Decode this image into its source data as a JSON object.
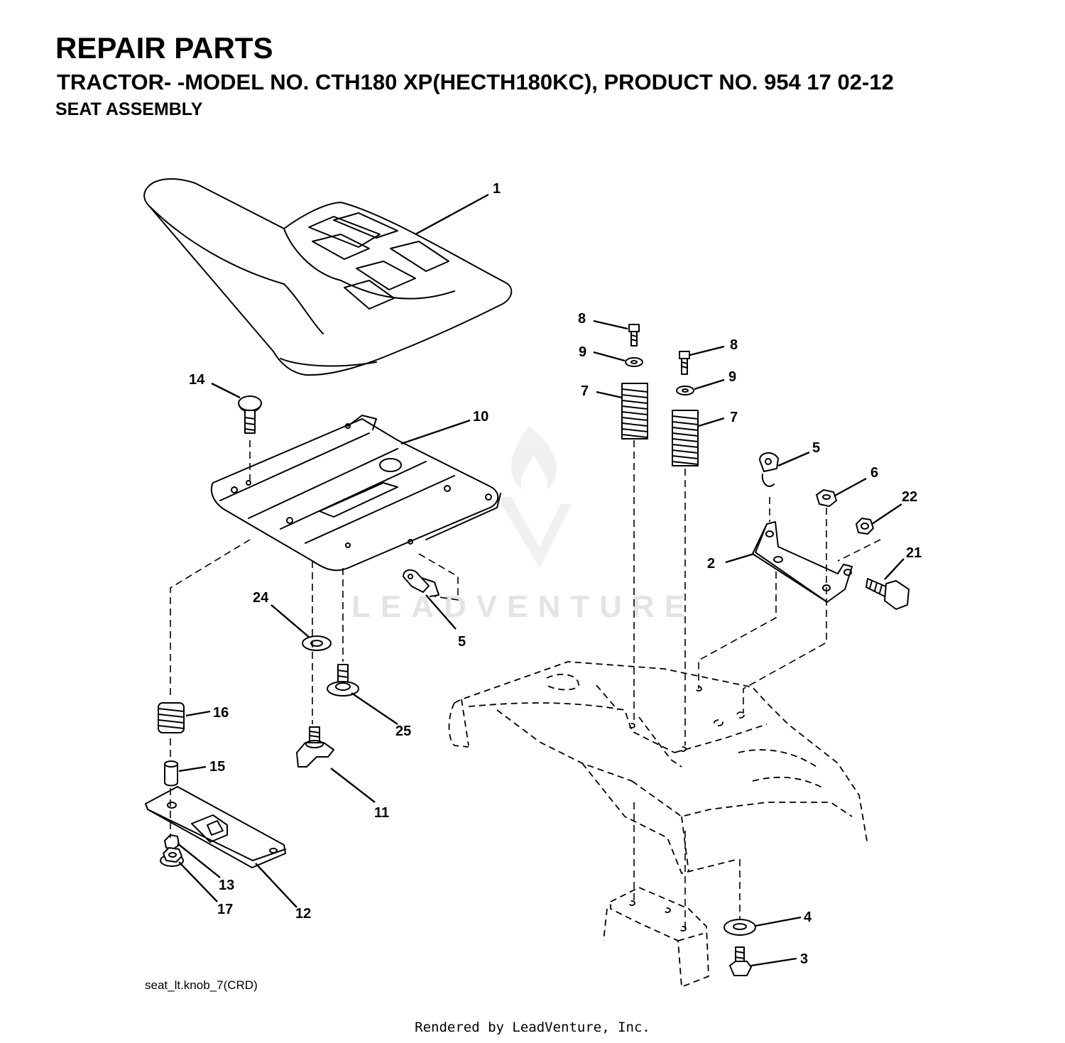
{
  "header": {
    "title": "REPAIR PARTS",
    "subtitle": "TRACTOR- -MODEL NO. CTH180 XP(HECTH180KC), PRODUCT NO. 954 17 02-12",
    "section": "SEAT ASSEMBLY"
  },
  "watermark": "LEADVENTURE",
  "drawing_id": "seat_lt.knob_7(CRD)",
  "footer": "Rendered by LeadVenture, Inc.",
  "callouts": [
    {
      "id": "c1",
      "label": "1"
    },
    {
      "id": "c8a",
      "label": "8"
    },
    {
      "id": "c8b",
      "label": "8"
    },
    {
      "id": "c9a",
      "label": "9"
    },
    {
      "id": "c9b",
      "label": "9"
    },
    {
      "id": "c7a",
      "label": "7"
    },
    {
      "id": "c7b",
      "label": "7"
    },
    {
      "id": "c14",
      "label": "14"
    },
    {
      "id": "c10",
      "label": "10"
    },
    {
      "id": "c5a",
      "label": "5"
    },
    {
      "id": "c6",
      "label": "6"
    },
    {
      "id": "c22",
      "label": "22"
    },
    {
      "id": "c21",
      "label": "21"
    },
    {
      "id": "c2",
      "label": "2"
    },
    {
      "id": "c24",
      "label": "24"
    },
    {
      "id": "c5b",
      "label": "5"
    },
    {
      "id": "c25",
      "label": "25"
    },
    {
      "id": "c16",
      "label": "16"
    },
    {
      "id": "c15",
      "label": "15"
    },
    {
      "id": "c11",
      "label": "11"
    },
    {
      "id": "c13",
      "label": "13"
    },
    {
      "id": "c17",
      "label": "17"
    },
    {
      "id": "c12",
      "label": "12"
    },
    {
      "id": "c4",
      "label": "4"
    },
    {
      "id": "c3",
      "label": "3"
    }
  ]
}
